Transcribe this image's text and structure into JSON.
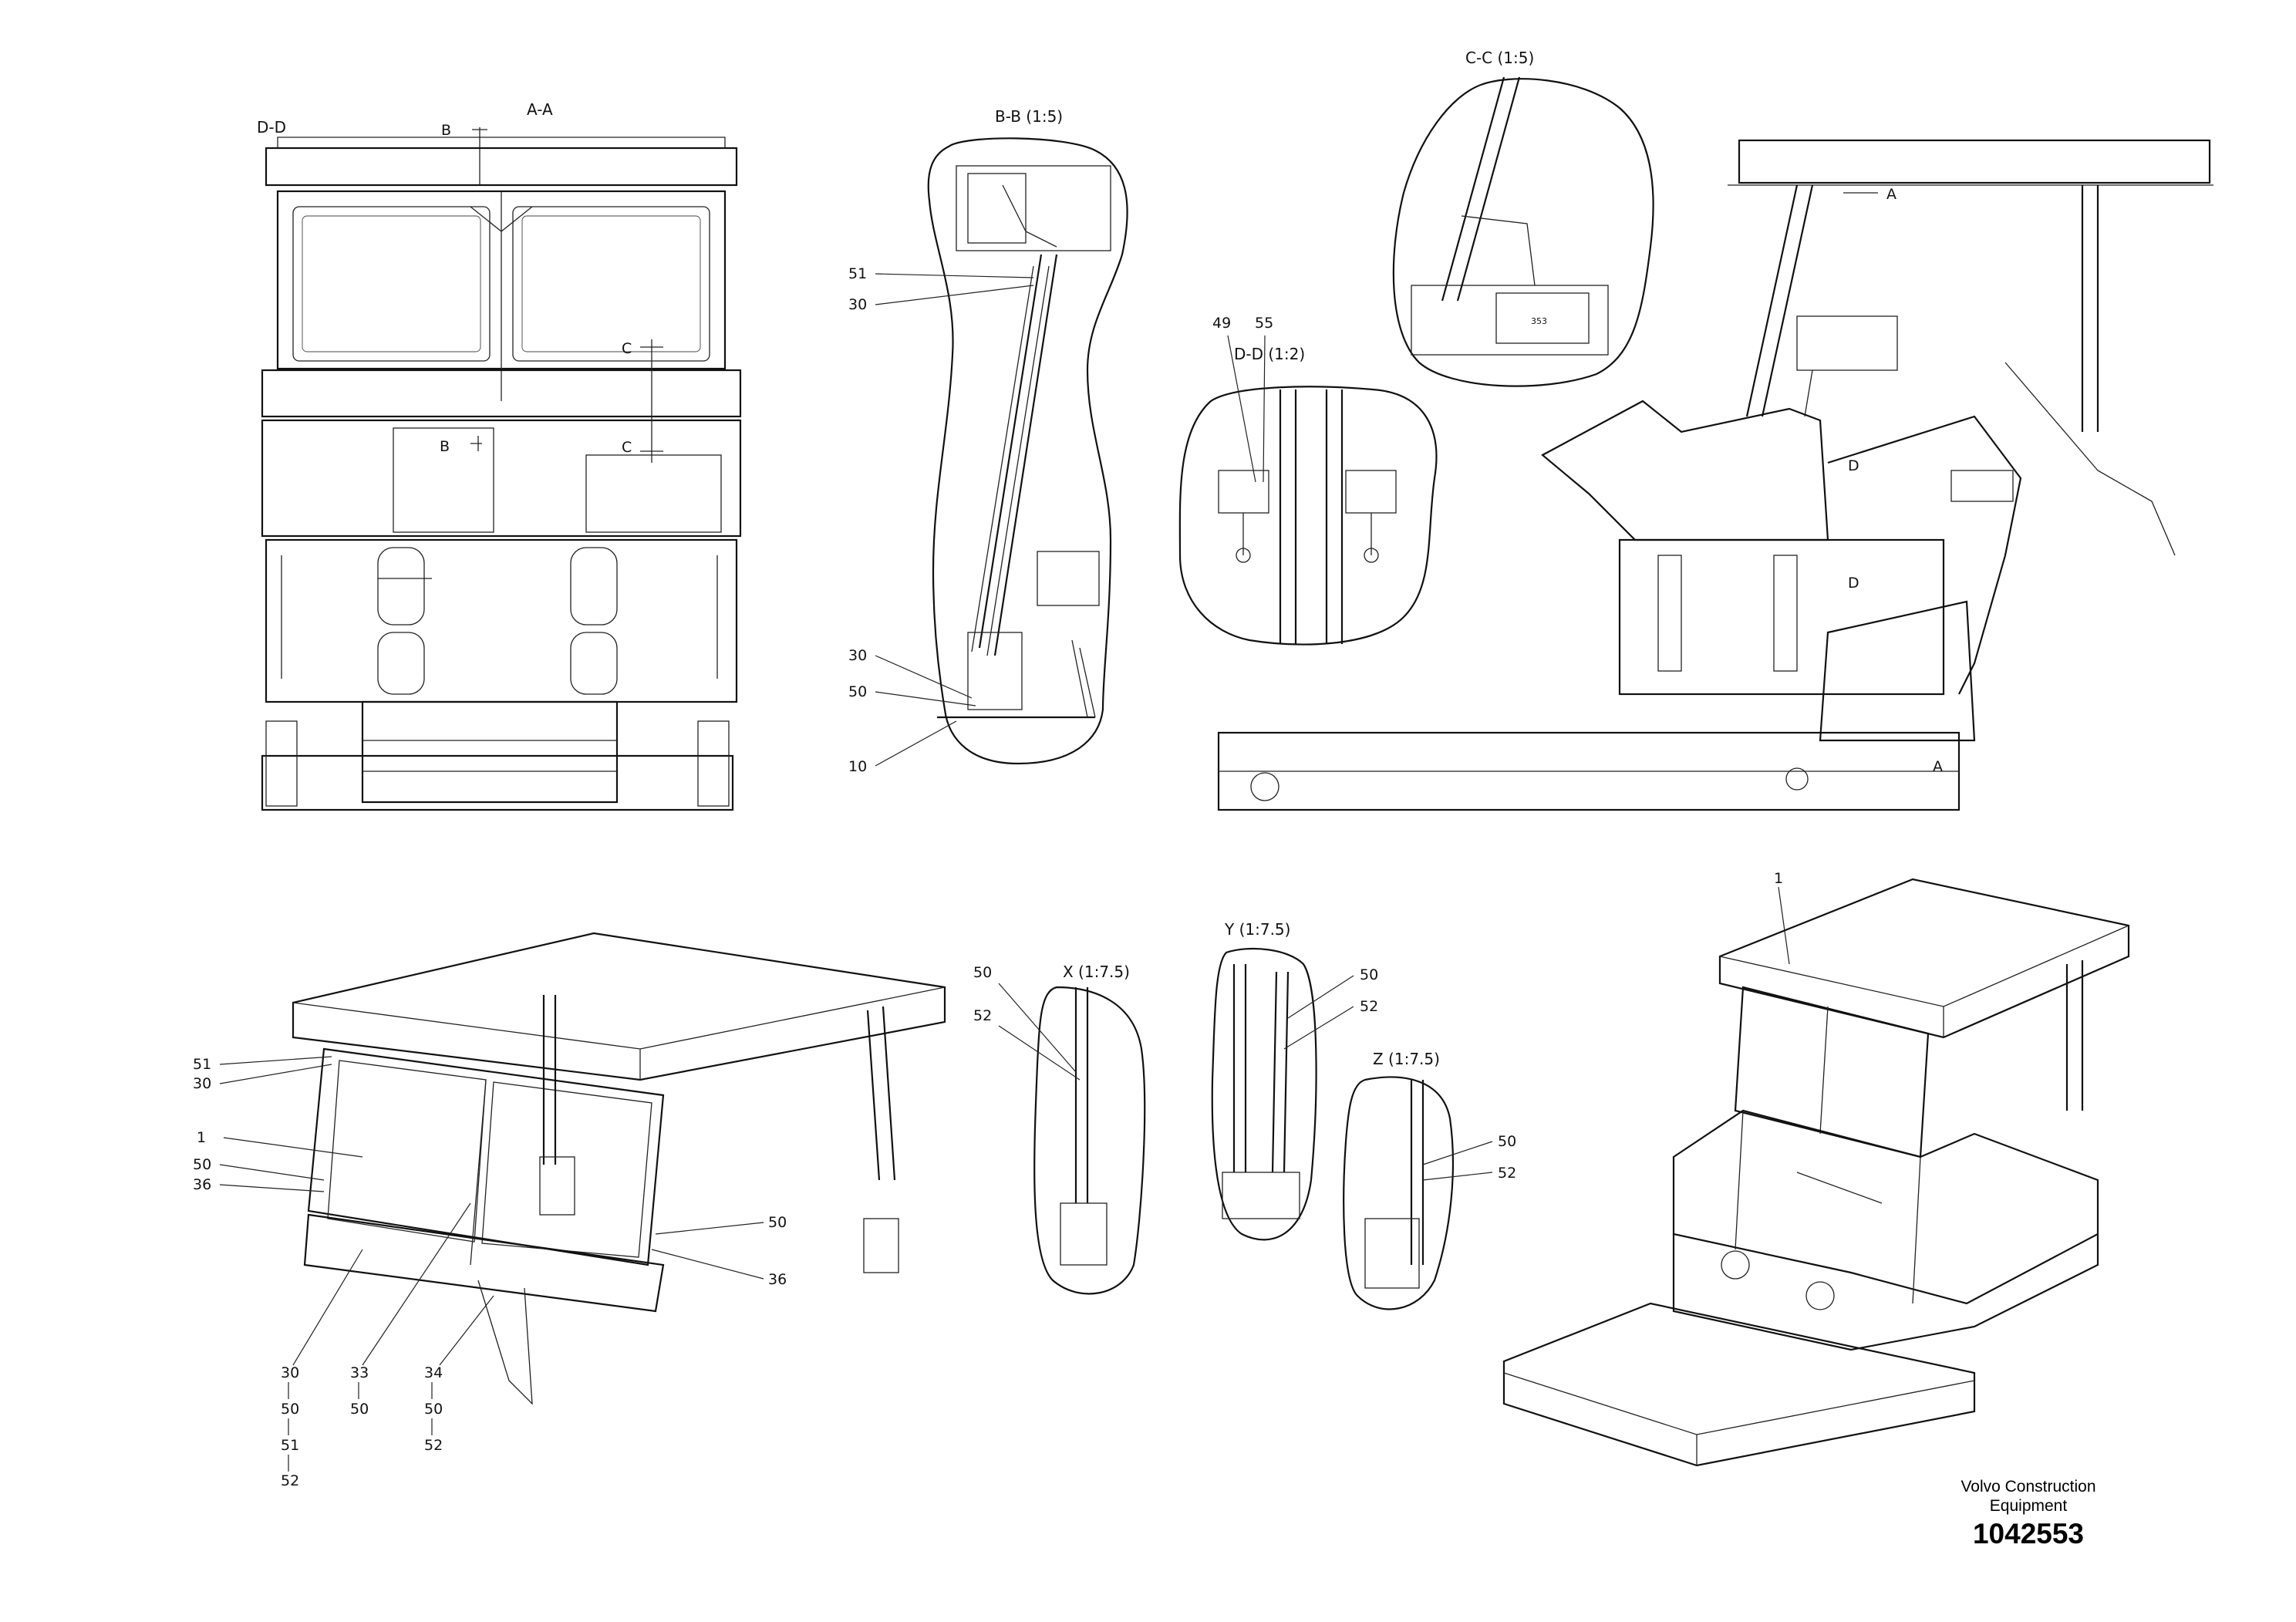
{
  "brand": {
    "name_line1": "Volvo Construction",
    "name_line2": "Equipment",
    "drawing_number": "1042553"
  },
  "views": {
    "front": {
      "label_dd": "D-D",
      "label_aa": "A-A",
      "mark_b_top": "B",
      "mark_b_mid": "B",
      "mark_c_top": "C",
      "mark_c_bot": "C"
    },
    "section_bb": {
      "title": "B-B (1:5)",
      "items": [
        "51",
        "30",
        "30",
        "50",
        "10"
      ]
    },
    "section_dd": {
      "title": "D-D (1:2)",
      "items": [
        "49",
        "55"
      ]
    },
    "section_cc": {
      "title": "C-C (1:5)",
      "plate_text": "353"
    },
    "side": {
      "mark_a_top": "A",
      "mark_d_upper": "D",
      "mark_d_lower": "D",
      "mark_a_bottom": "A"
    },
    "exploded": {
      "left_items": [
        "51",
        "30",
        "1",
        "50",
        "36"
      ],
      "right_items": [
        "50",
        "36"
      ],
      "stacks": [
        [
          "30",
          "50",
          "51",
          "52"
        ],
        [
          "33",
          "50"
        ],
        [
          "34",
          "50",
          "52"
        ]
      ]
    },
    "detail_x": {
      "title": "X (1:7.5)",
      "items": [
        "50",
        "52"
      ]
    },
    "detail_y": {
      "title": "Y (1:7.5)",
      "items": [
        "50",
        "52"
      ]
    },
    "detail_z": {
      "title": "Z (1:7.5)",
      "items": [
        "50",
        "52"
      ]
    },
    "iso": {
      "item": "1"
    }
  }
}
